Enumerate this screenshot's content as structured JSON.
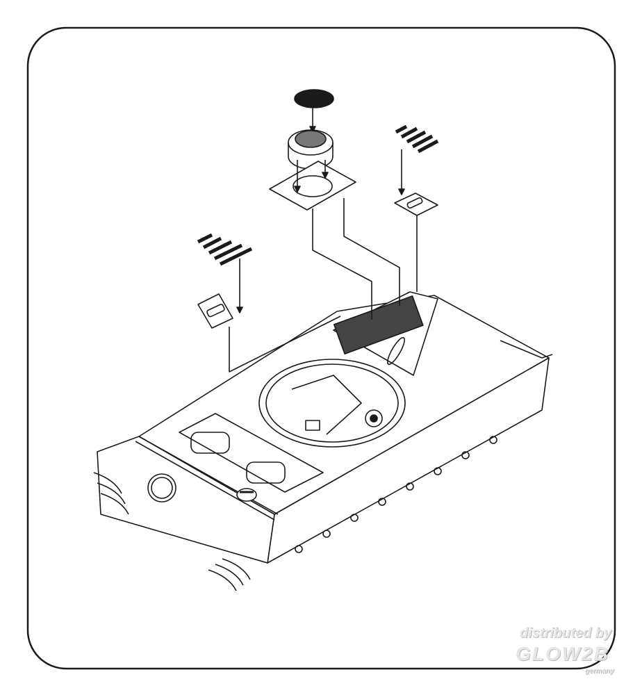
{
  "watermark": {
    "line1": "distributed by",
    "brand": "GLOW2B",
    "country": "germany"
  },
  "colors": {
    "line": "#1a1a1a",
    "background": "#ffffff"
  }
}
